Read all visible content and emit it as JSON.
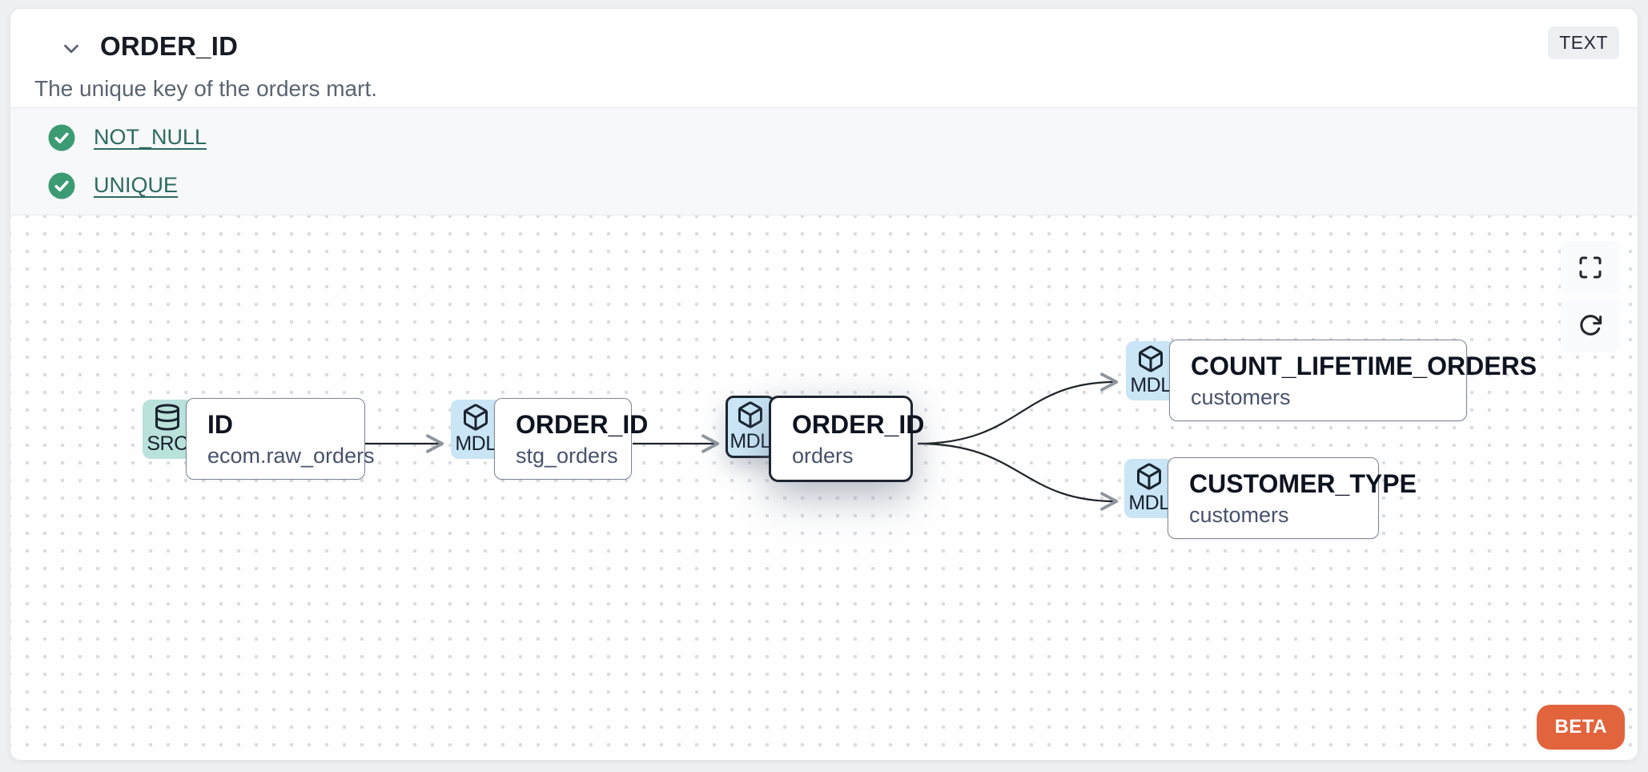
{
  "header": {
    "title": "ORDER_ID",
    "type_badge": "TEXT",
    "description": "The unique key of the orders mart.",
    "collapse_icon": "chevron-down-icon"
  },
  "tests": {
    "items": [
      {
        "label": "NOT_NULL",
        "status": "pass",
        "icon": "check-circle-icon"
      },
      {
        "label": "UNIQUE",
        "status": "pass",
        "icon": "check-circle-icon"
      }
    ]
  },
  "lineage": {
    "nodes": [
      {
        "badge": "SRC",
        "icon": "database-icon",
        "title": "ID",
        "subtitle": "ecom.raw_orders",
        "selected": false
      },
      {
        "badge": "MDL",
        "icon": "cube-icon",
        "title": "ORDER_ID",
        "subtitle": "stg_orders",
        "selected": false
      },
      {
        "badge": "MDL",
        "icon": "cube-icon",
        "title": "ORDER_ID",
        "subtitle": "orders",
        "selected": true
      },
      {
        "badge": "MDL",
        "icon": "cube-icon",
        "title": "COUNT_LIFETIME_ORDERS",
        "subtitle": "customers",
        "selected": false
      },
      {
        "badge": "MDL",
        "icon": "cube-icon",
        "title": "CUSTOMER_TYPE",
        "subtitle": "customers",
        "selected": false
      }
    ],
    "controls": [
      {
        "icon": "fullscreen-icon"
      },
      {
        "icon": "reset-view-icon"
      }
    ],
    "beta_label": "BETA"
  },
  "colors": {
    "beta_orange": "#e2643c",
    "src_badge_teal": "#b9e2db",
    "mdl_badge_blue": "#c9e5f6",
    "test_pass_green": "#3c9b72",
    "test_link_teal": "#2c6a61",
    "edge_dark": "#1e2329",
    "selected_border": "#1d2531"
  }
}
